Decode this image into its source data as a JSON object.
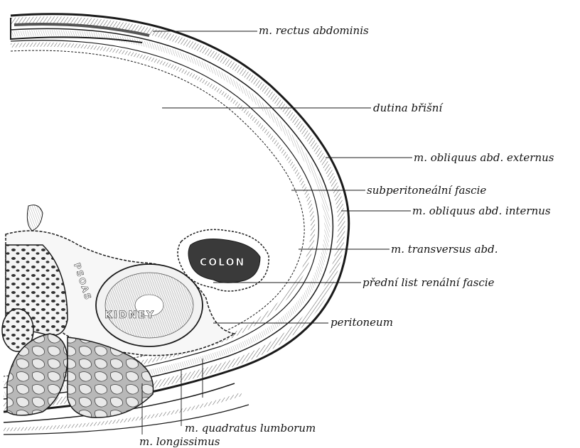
{
  "labels": {
    "rectus": "m. rectus abdominis",
    "cavity": "dutina břišní",
    "obliquus_ext": "m. obliquus abd. externus",
    "subperitoneal": "subperitoneální fascie",
    "obliquus_int": "m. obliquus abd. internus",
    "transversus": "m. transversus abd.",
    "renal_fascia": "přední list renální fascie",
    "peritoneum": "peritoneum",
    "quadratus": "m. quadratus lumborum",
    "longissimus": "m. longissimus"
  },
  "organs": {
    "colon": "COLON",
    "kidney": "KIDNEY",
    "psoas": "PSOAS"
  },
  "colors": {
    "ink": "#1a1a1a",
    "muscle": "#9a9a9a",
    "background": "#ffffff"
  }
}
